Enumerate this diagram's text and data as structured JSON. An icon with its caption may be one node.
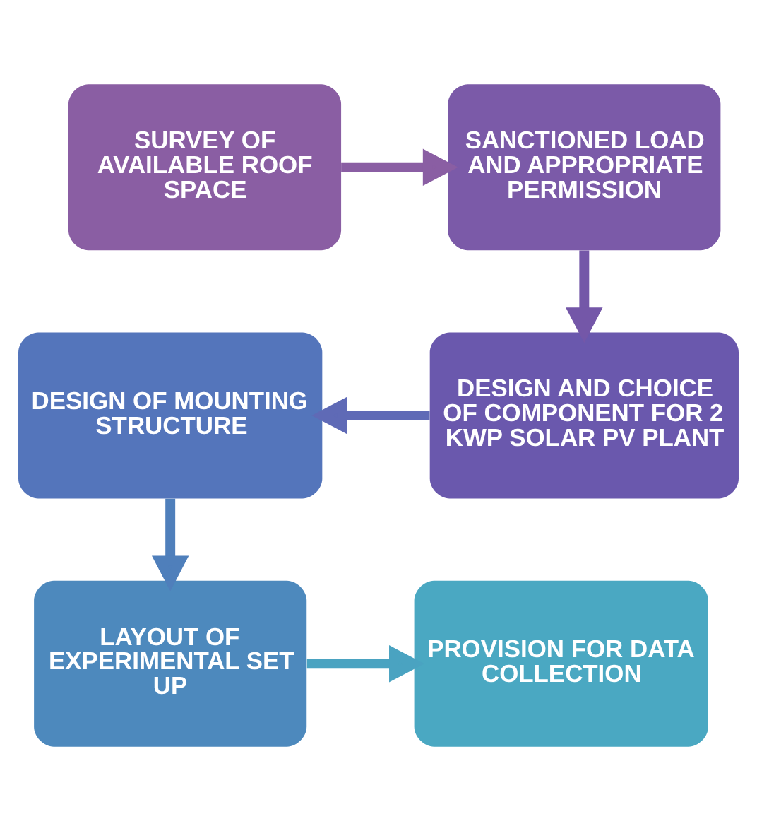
{
  "diagram": {
    "nodes": [
      {
        "text": [
          "SURVEY OF AVAILABLE ROOF SPACE"
        ]
      },
      {
        "text": [
          "SANCTIONED LOAD AND APPROPRIATE PERMISSION"
        ]
      },
      {
        "text": [
          "DESIGN AND CHOICE OF COMPONENT FOR 2 KWP SOLAR PV PLANT"
        ]
      },
      {
        "text": [
          "DESIGN OF MOUNTING STRUCTURE"
        ]
      },
      {
        "text": [
          "LAYOUT OF EXPERIMENTAL SET UP"
        ]
      },
      {
        "text": [
          "PROVISION FOR DATA COLLECTION"
        ]
      }
    ],
    "edges": [
      {
        "from": 0,
        "to": 1,
        "arrow": "to",
        "color": "#8a5ea3"
      },
      {
        "from": 1,
        "to": 2,
        "arrow": "to",
        "color": "#7457a8"
      },
      {
        "from": 2,
        "to": 3,
        "arrow": "to",
        "color": "#5f6ab6"
      },
      {
        "from": 3,
        "to": 4,
        "arrow": "to",
        "color": "#4f7fbb"
      },
      {
        "from": 4,
        "to": 5,
        "arrow": "to",
        "color": "#4aa3c1"
      }
    ]
  }
}
